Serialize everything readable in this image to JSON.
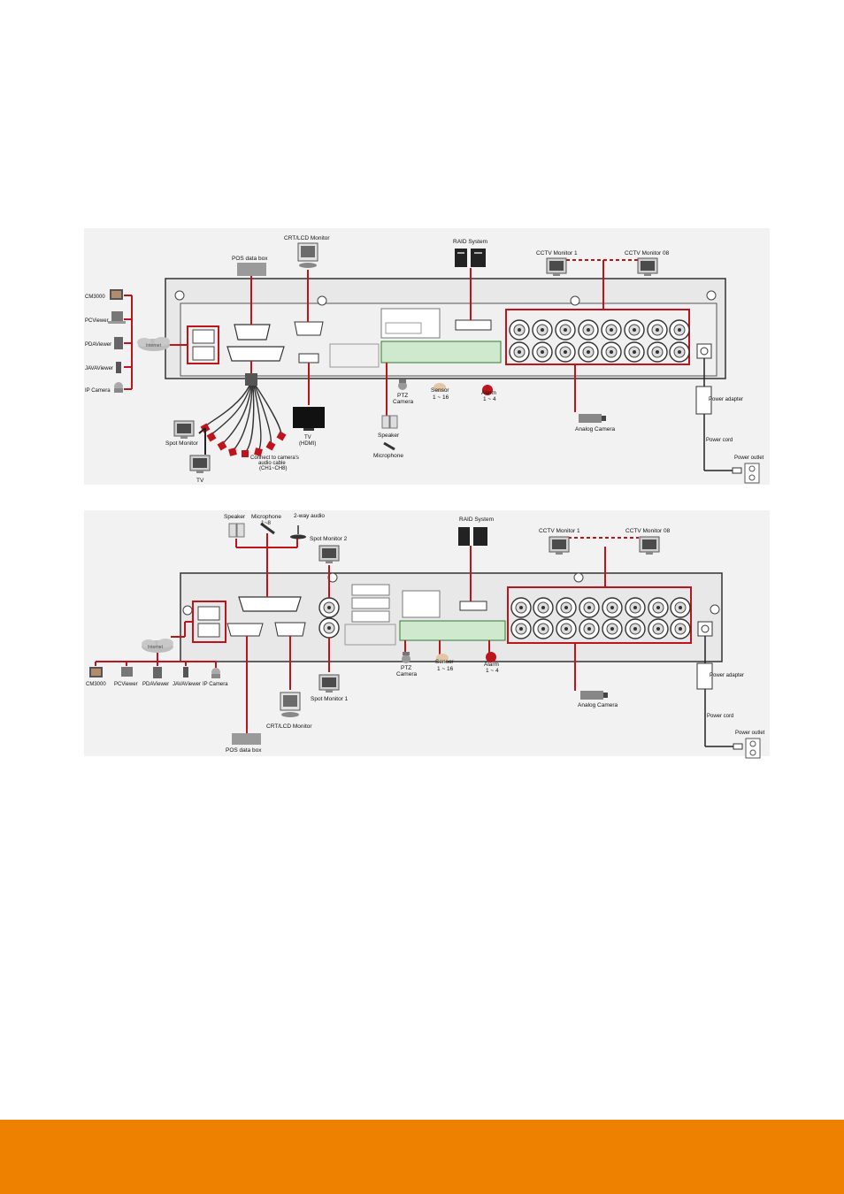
{
  "colors": {
    "accent_line": "#c0141c",
    "footer": "#ee8100",
    "panel_bg": "#f2f2f2",
    "chassis": "#e6e6e6"
  },
  "diagram1": {
    "pos_data_box": "POS data box",
    "crt_monitor": "CRT/LCD Monitor",
    "raid_system": "RAID System",
    "cctv_monitor_1": "CCTV Monitor 1",
    "cctv_monitor_08": "CCTV Monitor 08",
    "net_clients": [
      "CM3000",
      "PCViewer",
      "PDAViewer",
      "JAVAViewer",
      "IP Camera"
    ],
    "internet": "Internet",
    "spot_monitor": "Spot Monitor",
    "tv": "TV",
    "audio_note_1": "Connect to camera's",
    "audio_note_2": "audio cable",
    "audio_note_3": "(CH1~CH8)",
    "tv_hdmi_1": "TV",
    "tv_hdmi_2": "(HDMI)",
    "ptz_1": "PTZ",
    "ptz_2": "Camera",
    "sensor_1": "Sensor",
    "sensor_2": "1 ~ 16",
    "alarm_1": "Alarm",
    "alarm_2": "1 ~ 4",
    "speaker": "Speaker",
    "microphone": "Microphone",
    "analog_camera": "Analog Camera",
    "power_adapter": "Power adapter",
    "power_cord": "Power cord",
    "power_outlet": "Power outlet"
  },
  "diagram2": {
    "speaker": "Speaker",
    "microphone_1": "Microphone",
    "microphone_2": "1~8",
    "two_way_audio": "2-way audio",
    "spot_monitor_2": "Spot Monitor 2",
    "spot_monitor_1": "Spot Monitor 1",
    "raid_system": "RAID System",
    "cctv_monitor_1": "CCTV Monitor 1",
    "cctv_monitor_08": "CCTV Monitor 08",
    "internet": "Internet",
    "net_clients": [
      "CM3000",
      "PCViewer",
      "PDAViewer",
      "JAVAViewer",
      "IP Camera"
    ],
    "crt_monitor": "CRT/LCD Monitor",
    "pos_data_box": "POS data box",
    "ptz_1": "PTZ",
    "ptz_2": "Camera",
    "sensor_1": "Sensor",
    "sensor_2": "1 ~ 16",
    "alarm_1": "Alarm",
    "alarm_2": "1 ~ 4",
    "analog_camera": "Analog Camera",
    "power_adapter": "Power adapter",
    "power_cord": "Power cord",
    "power_outlet": "Power outlet"
  }
}
